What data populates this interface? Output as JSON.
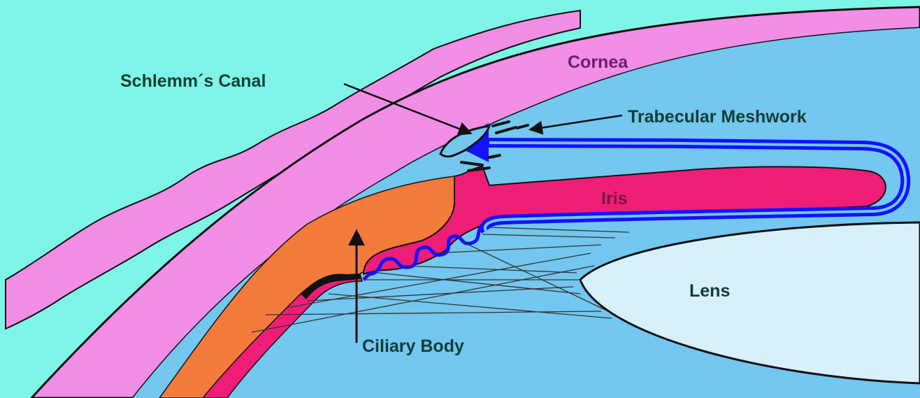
{
  "labels": {
    "cornea": "Cornea",
    "schlemm": "Schlemm´s Canal",
    "trabecular": "Trabecular Meshwork",
    "iris": "Iris",
    "lens": "Lens",
    "ciliary": "Ciliary Body"
  },
  "colors": {
    "background": "#7ff5e8",
    "sclera_cornea": "#f28ee6",
    "anterior_chamber": "#74c7ef",
    "iris": "#ee1e78",
    "ciliary_body": "#f47b3c",
    "lens": "#d6f1fb",
    "aqueous_flow": "#1212ff",
    "outline": "#111111",
    "text_dark": "#0f3d35",
    "text_purple": "#6b1e72",
    "text_on_iris": "#7a1040"
  }
}
